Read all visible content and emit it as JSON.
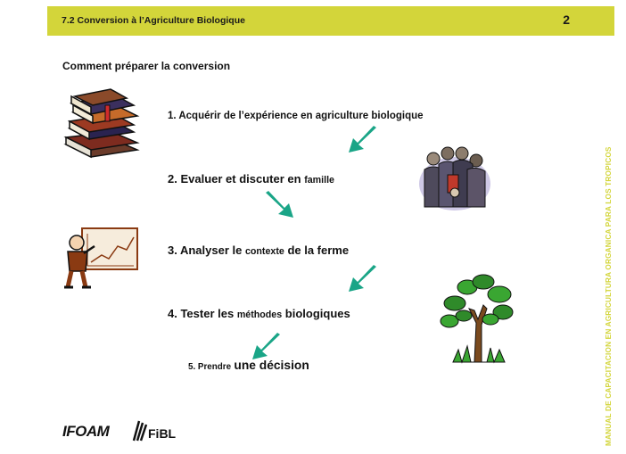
{
  "header": {
    "title": "7.2 Conversion à l’Agriculture Biologique",
    "page_number": "2",
    "color": "#d3d53a"
  },
  "subtitle": "Comment préparer la conversion",
  "steps": [
    {
      "text": "1. Acquérir de l’expérience en agriculture biologique"
    },
    {
      "part1": "2. Evaluer et discuter en",
      "part2": "famille"
    },
    {
      "part1": "3. Analyser le",
      "part2": "contexte",
      "part3": "de la ferme"
    },
    {
      "part1": "4. Tester les",
      "part2": "méthodes",
      "part3": "biologiques"
    },
    {
      "part1": "5. Prendre",
      "part2": "une décision"
    }
  ],
  "sidebar_text": "MANUAL DE CAPACITACION EN AGRICULTURA ORGANICA PARA LOS TROPICOS",
  "logos": {
    "ifoam": "IFOAM",
    "fibl": "FiBL"
  },
  "arrow_color": "#1aa587",
  "icons": [
    "books-clipart",
    "group-of-people-clipart",
    "presenter-chart-clipart",
    "tree-clipart",
    "down-left-arrow-icon",
    "down-right-arrow-icon"
  ]
}
